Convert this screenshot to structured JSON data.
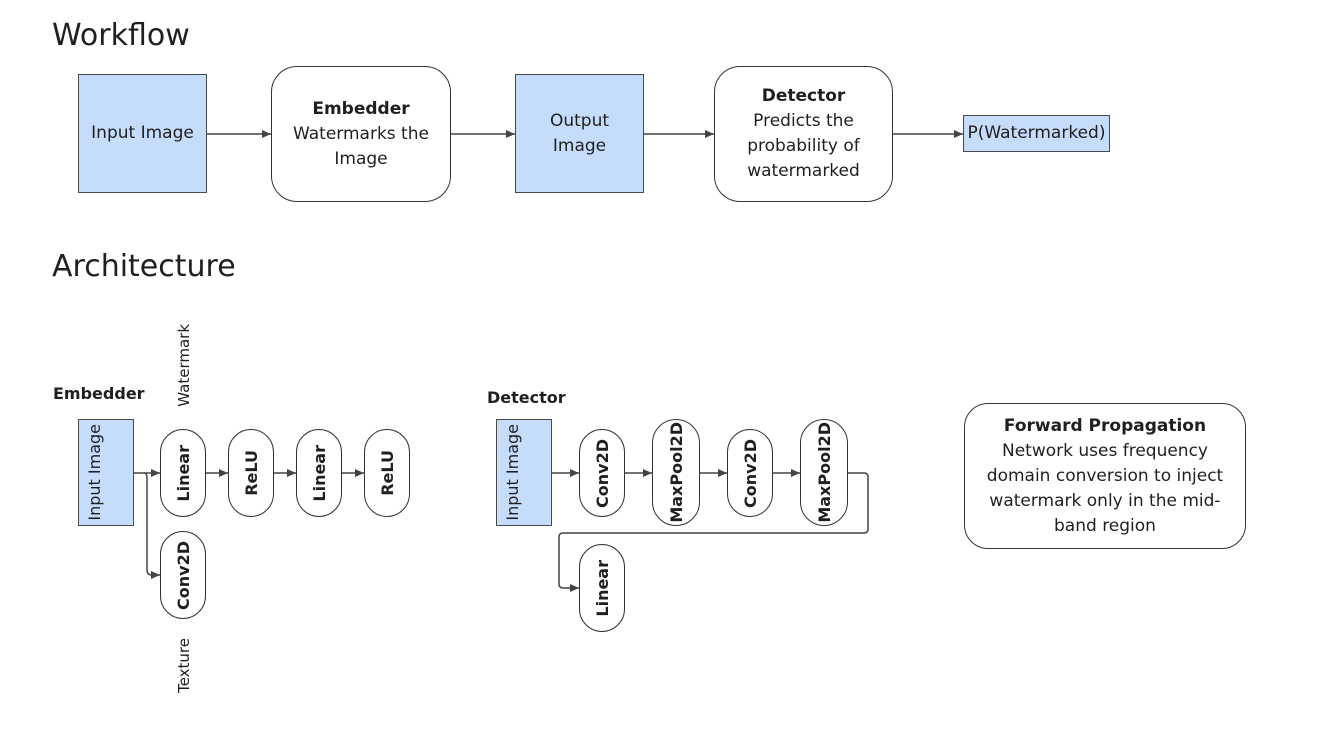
{
  "workflow": {
    "title": "Workflow",
    "input_image": "Input Image",
    "embedder": {
      "title": "Embedder",
      "desc": "Watermarks the Image"
    },
    "output_image": "Output Image",
    "detector": {
      "title": "Detector",
      "desc": "Predicts the probability of watermarked"
    },
    "result": "P(Watermarked)"
  },
  "architecture": {
    "title": "Architecture",
    "embedder": {
      "title": "Embedder",
      "input": "Input Image",
      "watermark_label": "Watermark",
      "texture_label": "Texture",
      "layers": [
        "Linear",
        "ReLU",
        "Linear",
        "ReLU"
      ],
      "branch_layer": "Conv2D"
    },
    "detector": {
      "title": "Detector",
      "input": "Input Image",
      "layers": [
        "Conv2D",
        "MaxPool2D",
        "Conv2D",
        "MaxPool2D"
      ],
      "final_layer": "Linear"
    },
    "note": {
      "title": "Forward Propagation",
      "text": "Network uses frequency domain conversion to inject watermark only in the mid-band region"
    }
  },
  "colors": {
    "image_fill": "#c6dcfb",
    "stroke": "#333333"
  }
}
